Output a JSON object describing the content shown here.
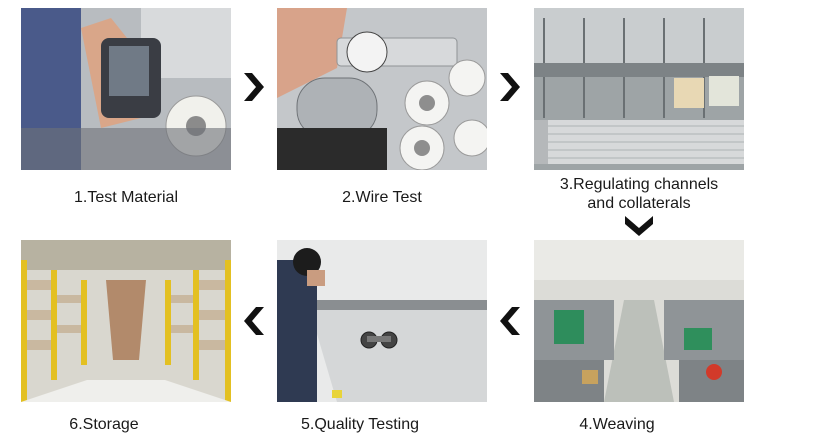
{
  "steps": [
    {
      "id": 1,
      "label": "1.Test Material",
      "photo": "handheld-analyzer-testing-wire-spool"
    },
    {
      "id": 2,
      "label": "2.Wire Test",
      "photo": "tensile-gauge-and-wire-spools"
    },
    {
      "id": 3,
      "label": "3.Regulating channels\nand collaterals",
      "photo": "loom-warp-setup"
    },
    {
      "id": 4,
      "label": "4.Weaving",
      "photo": "weaving-workshop-looms"
    },
    {
      "id": 5,
      "label": "5.Quality Testing",
      "photo": "mesh-inspection-table"
    },
    {
      "id": 6,
      "label": "6.Storage",
      "photo": "warehouse-shelving-rolls"
    }
  ],
  "arrows": [
    "chevron-right-icon",
    "chevron-right-icon",
    "chevron-down-icon",
    "chevron-left-icon",
    "chevron-left-icon"
  ],
  "colors": {
    "arrow": "#111111",
    "caption": "#1a1a1a",
    "background": "#ffffff"
  }
}
